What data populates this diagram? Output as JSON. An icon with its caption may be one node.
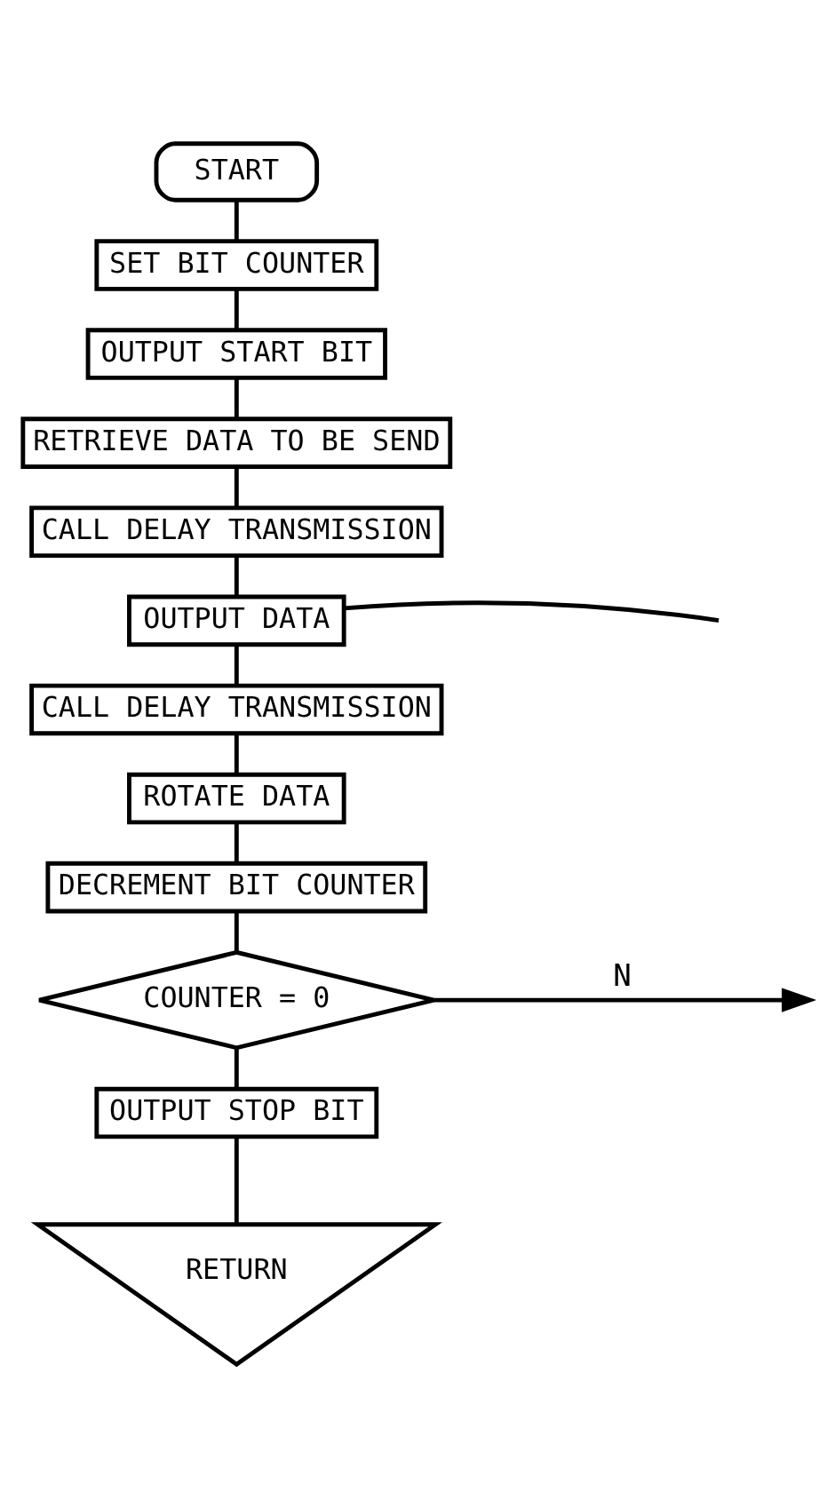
{
  "diagram": {
    "nodes": [
      {
        "text": [
          "START"
        ]
      },
      {
        "text": [
          "SET BIT COUNTER"
        ]
      },
      {
        "text": [
          "OUTPUT START BIT"
        ]
      },
      {
        "text": [
          "RETRIEVE DATA TO BE SEND"
        ]
      },
      {
        "text": [
          "CALL DELAY TRANSMISSION"
        ]
      },
      {
        "text": [
          "OUTPUT DATA"
        ]
      },
      {
        "text": [
          "CALL DELAY TRANSMISSION"
        ]
      },
      {
        "text": [
          "ROTATE DATA"
        ]
      },
      {
        "text": [
          "DECREMENT BIT COUNTER"
        ]
      },
      {
        "text": [
          "COUNTER = 0"
        ]
      },
      {
        "text": [
          "OUTPUT STOP BIT"
        ]
      },
      {
        "text": [
          "RETURN"
        ]
      }
    ],
    "edges": [
      {
        "from": 0,
        "to": 1,
        "arrow": "none"
      },
      {
        "from": 1,
        "to": 2,
        "arrow": "none"
      },
      {
        "from": 2,
        "to": 3,
        "arrow": "none"
      },
      {
        "from": 3,
        "to": 4,
        "arrow": "none"
      },
      {
        "from": 4,
        "to": 5,
        "arrow": "none"
      },
      {
        "from": null,
        "to": 5,
        "arrow": "none"
      },
      {
        "from": 5,
        "to": 6,
        "arrow": "none"
      },
      {
        "from": 6,
        "to": 7,
        "arrow": "none"
      },
      {
        "from": 7,
        "to": 8,
        "arrow": "none"
      },
      {
        "from": 8,
        "to": 9,
        "arrow": "none"
      },
      {
        "from": 9,
        "to": null,
        "arrow": "to",
        "label": "N"
      },
      {
        "from": 9,
        "to": 10,
        "arrow": "none"
      },
      {
        "from": 10,
        "to": 11,
        "arrow": "none"
      }
    ]
  }
}
